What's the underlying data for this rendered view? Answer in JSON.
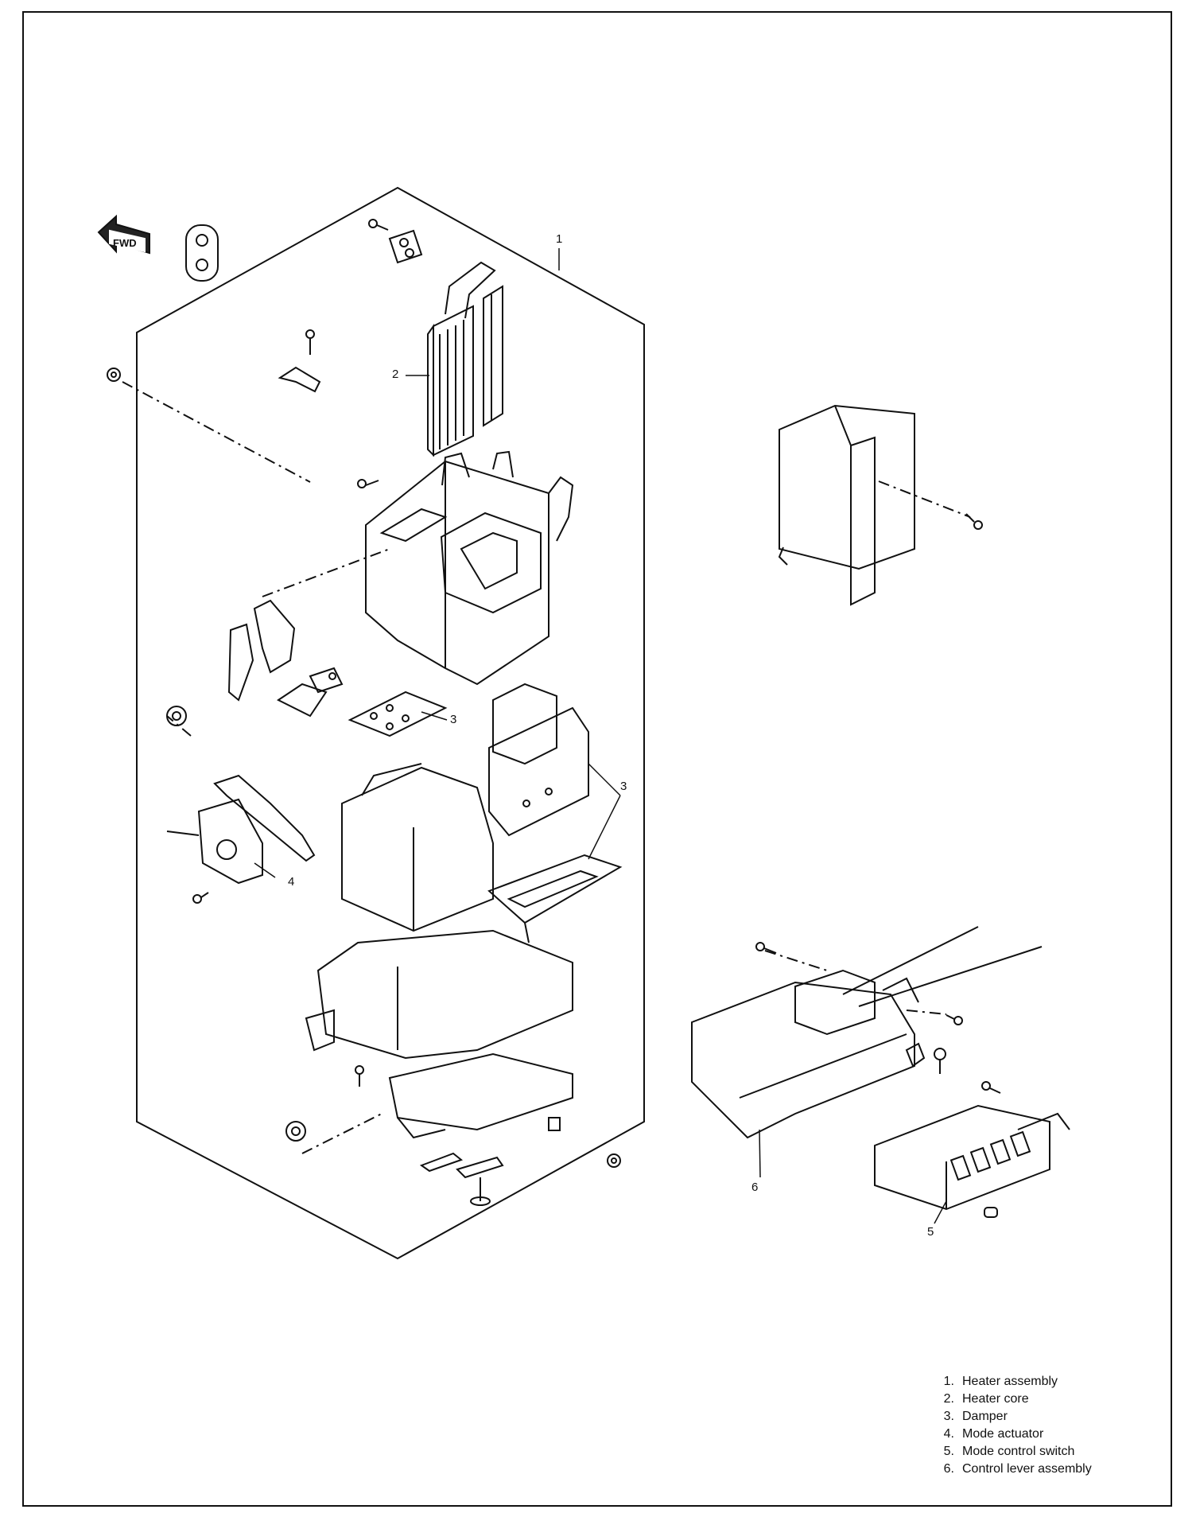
{
  "fwd_label": "FWD",
  "callouts": [
    "1",
    "2",
    "3",
    "3",
    "4",
    "5",
    "6"
  ],
  "legend": [
    {
      "num": "1.",
      "text": "Heater assembly"
    },
    {
      "num": "2.",
      "text": "Heater core"
    },
    {
      "num": "3.",
      "text": "Damper"
    },
    {
      "num": "4.",
      "text": "Mode actuator"
    },
    {
      "num": "5.",
      "text": "Mode control switch"
    },
    {
      "num": "6.",
      "text": "Control lever assembly"
    }
  ]
}
